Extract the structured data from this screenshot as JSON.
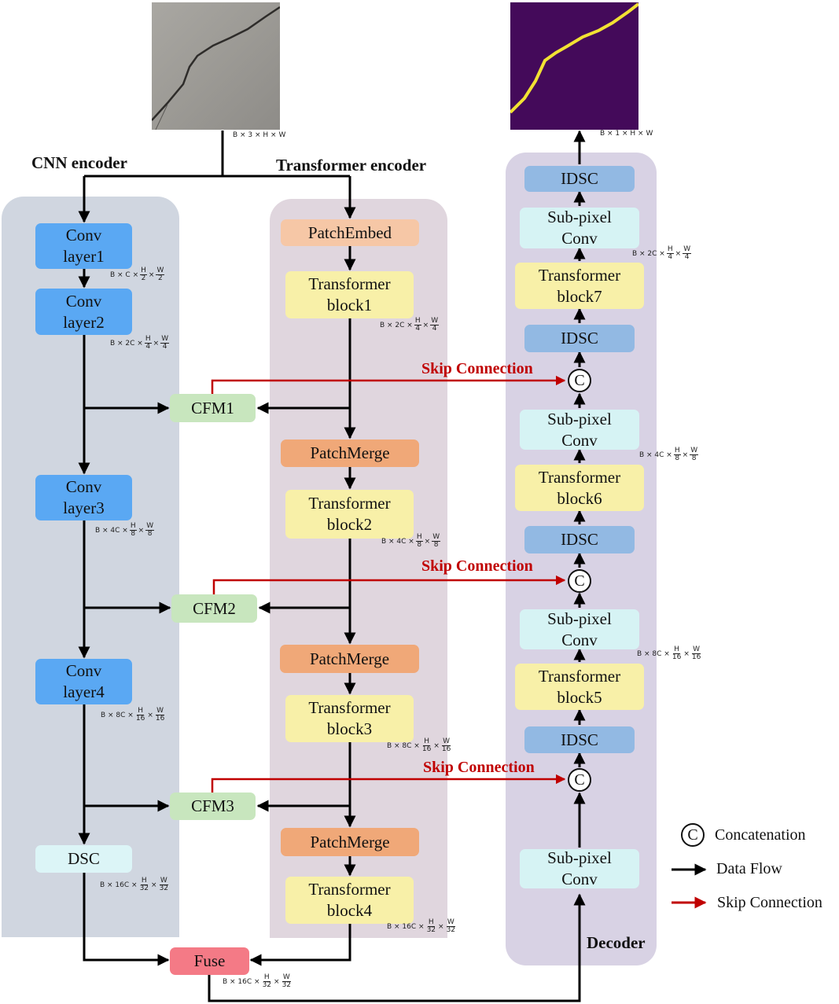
{
  "headings": {
    "cnn_encoder": "CNN encoder",
    "transformer_encoder": "Transformer encoder",
    "decoder": "Decoder"
  },
  "images": {
    "input_image": "crack-photo",
    "output_image": "crack-segmentation-map"
  },
  "cnn": {
    "conv1": "Conv\nlayer1",
    "conv2": "Conv\nlayer2",
    "conv3": "Conv\nlayer3",
    "conv4": "Conv\nlayer4",
    "dsc": "DSC"
  },
  "transformer": {
    "patch_embed": "PatchEmbed",
    "tb1": "Transformer\nblock1",
    "pm1": "PatchMerge",
    "tb2": "Transformer\nblock2",
    "pm2": "PatchMerge",
    "tb3": "Transformer\nblock3",
    "pm3": "PatchMerge",
    "tb4": "Transformer\nblock4"
  },
  "cfm": {
    "cfm1": "CFM1",
    "cfm2": "CFM2",
    "cfm3": "CFM3"
  },
  "fuse": "Fuse",
  "decoder": {
    "idsc1": "IDSC",
    "spc1": "Sub-pixel\nConv",
    "tb7": "Transformer\nblock7",
    "idsc2": "IDSC",
    "spc2": "Sub-pixel\nConv",
    "tb6": "Transformer\nblock6",
    "idsc3": "IDSC",
    "spc3": "Sub-pixel\nConv",
    "tb5": "Transformer\nblock5",
    "idsc4": "IDSC",
    "spc4": "Sub-pixel\nConv"
  },
  "concat_symbol": "C",
  "skip_label": "Skip Connection",
  "dims": {
    "input": "B × 3 × H × W",
    "output": "B × 1 × H × W",
    "c_h2_w2": {
      "pre": "B × C ×",
      "hn": "H",
      "hd": "2",
      "wn": "W",
      "wd": "2"
    },
    "c2_h4_w4": {
      "pre": "B × 2C ×",
      "hn": "H",
      "hd": "4",
      "wn": "W",
      "wd": "4"
    },
    "c4_h8_w8": {
      "pre": "B × 4C ×",
      "hn": "H",
      "hd": "8",
      "wn": "W",
      "wd": "8"
    },
    "c8_h16_w16": {
      "pre": "B × 8C ×",
      "hn": "H",
      "hd": "16",
      "wn": "W",
      "wd": "16"
    },
    "c16_h32_w32": {
      "pre": "B × 16C ×",
      "hn": "H",
      "hd": "32",
      "wn": "W",
      "wd": "32"
    },
    "times": "×"
  },
  "legend": {
    "concat": "Concatenation",
    "data_flow": "Data Flow",
    "skip": "Skip Connection"
  },
  "colors": {
    "cnn_panel": "#d0d6e0",
    "transformer_panel": "#e0d6de",
    "decoder_panel": "#d8d2e4",
    "skip_arrow": "#c00000",
    "data_arrow": "#000000"
  }
}
